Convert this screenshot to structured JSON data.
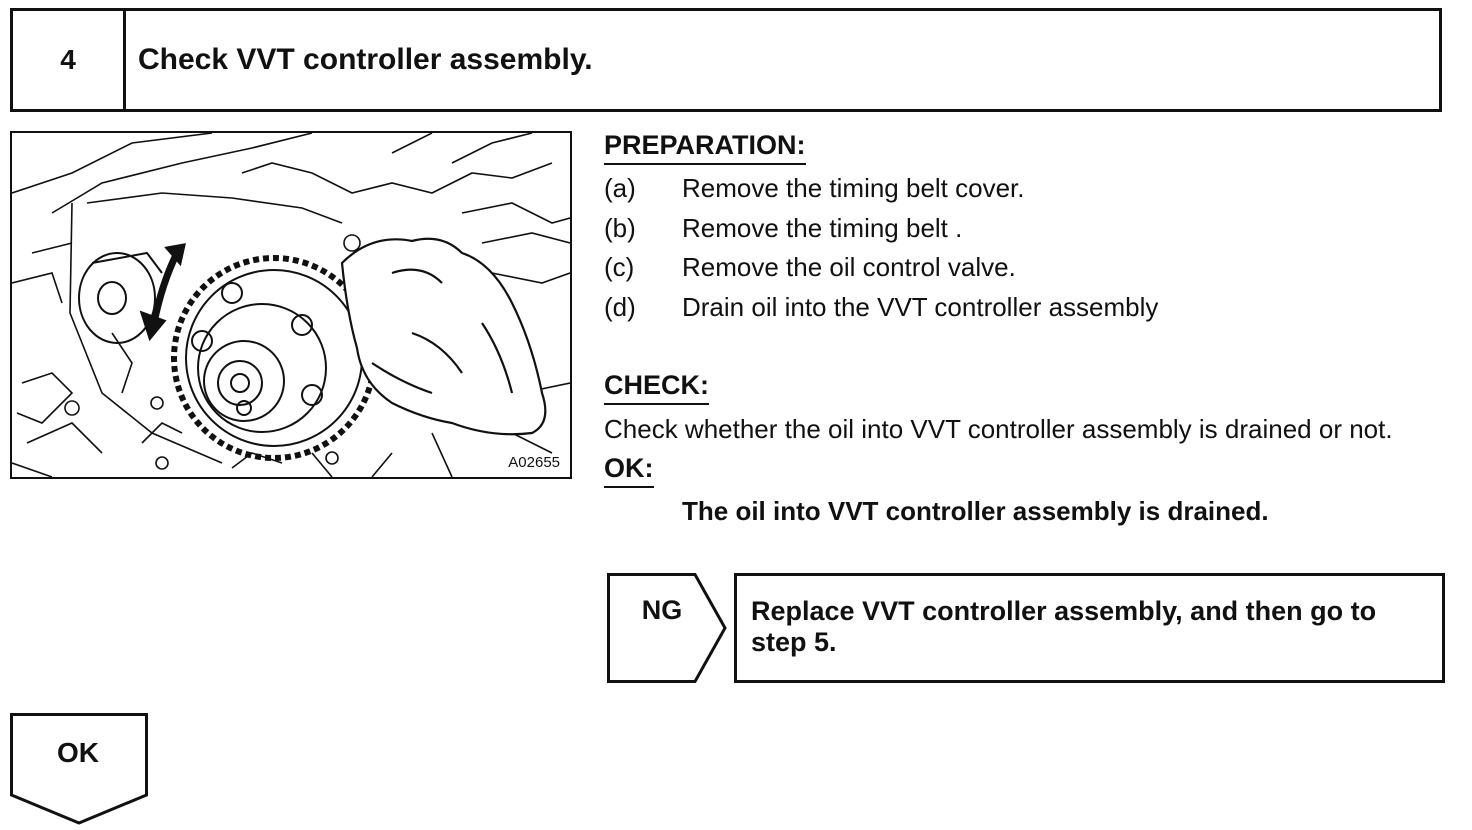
{
  "step": {
    "number": "4",
    "title": "Check VVT controller assembly."
  },
  "figure": {
    "code": "A02655",
    "icons": [
      "engine-illustration",
      "double-arrow-icon",
      "sprocket",
      "rag-cloth"
    ]
  },
  "preparation": {
    "heading": "PREPARATION:",
    "items": [
      {
        "letter": "(a)",
        "text": "Remove the timing belt cover."
      },
      {
        "letter": "(b)",
        "text": "Remove the timing belt ."
      },
      {
        "letter": "(c)",
        "text": "Remove the oil control valve."
      },
      {
        "letter": "(d)",
        "text": "Drain oil into the VVT controller assembly"
      }
    ]
  },
  "check": {
    "heading": "CHECK:",
    "text": "Check whether the oil into VVT controller assembly is drained or not."
  },
  "ok_section": {
    "heading": "OK:",
    "result": "The oil into VVT controller assembly is drained."
  },
  "ng": {
    "label": "NG",
    "action": "Replace VVT controller assembly, and then go to step 5."
  },
  "ok_flow": {
    "label": "OK"
  }
}
